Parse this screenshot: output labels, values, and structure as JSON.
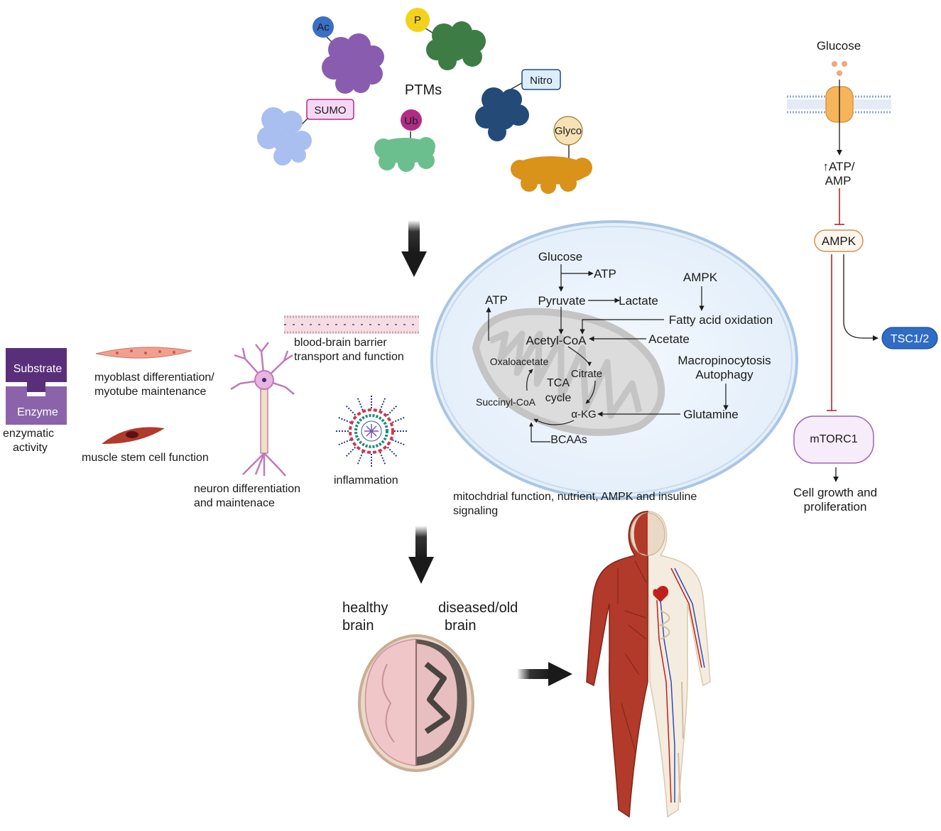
{
  "ptm": {
    "title": "PTMs",
    "badges": {
      "ac": "Ac",
      "p": "P",
      "nitro": "Nitro",
      "sumo": "SUMO",
      "ub": "Ub",
      "glyco": "Glyco"
    }
  },
  "labels": {
    "bbb_line1": "blood-brain barrier",
    "bbb_line2": "transport and function",
    "substrate": "Substrate",
    "enzyme": "Enzyme",
    "enzymatic_line1": "enzymatic",
    "enzymatic_line2": "activity",
    "myoblast_line1": "myoblast differentiation/",
    "myoblast_line2": "myotube maintenance",
    "muscle_stem": "muscle stem cell function",
    "neuron_line1": "neuron differentiation",
    "neuron_line2": "and maintenace",
    "inflammation": "inflammation",
    "mito_line1": "mitochdrial function, nutrient, AMPK and insuline",
    "mito_line2": "signaling",
    "healthy_line1": "healthy",
    "healthy_line2": "brain",
    "diseased_line1": "diseased/old",
    "diseased_line2": "brain"
  },
  "metabolism": {
    "glucose": "Glucose",
    "atp_top": "ATP",
    "pyruvate": "Pyruvate",
    "lactate": "Lactate",
    "atp_left": "ATP",
    "ampk": "AMPK",
    "fatty_acid_oxidation": "Fatty acid oxidation",
    "acetyl_coa": "Acetyl-CoA",
    "acetate": "Acetate",
    "oxaloacetate": "Oxaloacetate",
    "citrate": "Citrate",
    "tca_line1": "TCA",
    "tca_line2": "cycle",
    "macropinocytosis": "Macropinocytosis",
    "autophagy": "Autophagy",
    "succinyl_coa": "Succinyl-CoA",
    "akg": "α-KG",
    "glutamine": "Glutamine",
    "bcaas": "BCAAs"
  },
  "signaling": {
    "glucose": "Glucose",
    "atp_amp_line1": "↑ATP/",
    "atp_amp_line2": "AMP",
    "ampk": "AMPK",
    "tsc": "TSC1/2",
    "mtorc1": "mTORC1",
    "growth_line1": "Cell growth and",
    "growth_line2": "proliferation"
  },
  "colors": {
    "ac": "#3a6fc4",
    "p": "#f2d21a",
    "nitro": "#dbeeff",
    "sumo": "#f6d8f4",
    "ub": "#b02d86",
    "glyco": "#f6e2b6",
    "protein_purple": "#8a5cb0",
    "protein_green": "#3d7d45",
    "protein_navy": "#244a78",
    "protein_lightblue": "#a9bff0",
    "protein_mint": "#6bbf8e",
    "protein_orange": "#d9921a",
    "inhibition_red": "#a61b1b",
    "tsc_blue": "#2f6dc4",
    "muscle_red": "#b23a2a"
  }
}
